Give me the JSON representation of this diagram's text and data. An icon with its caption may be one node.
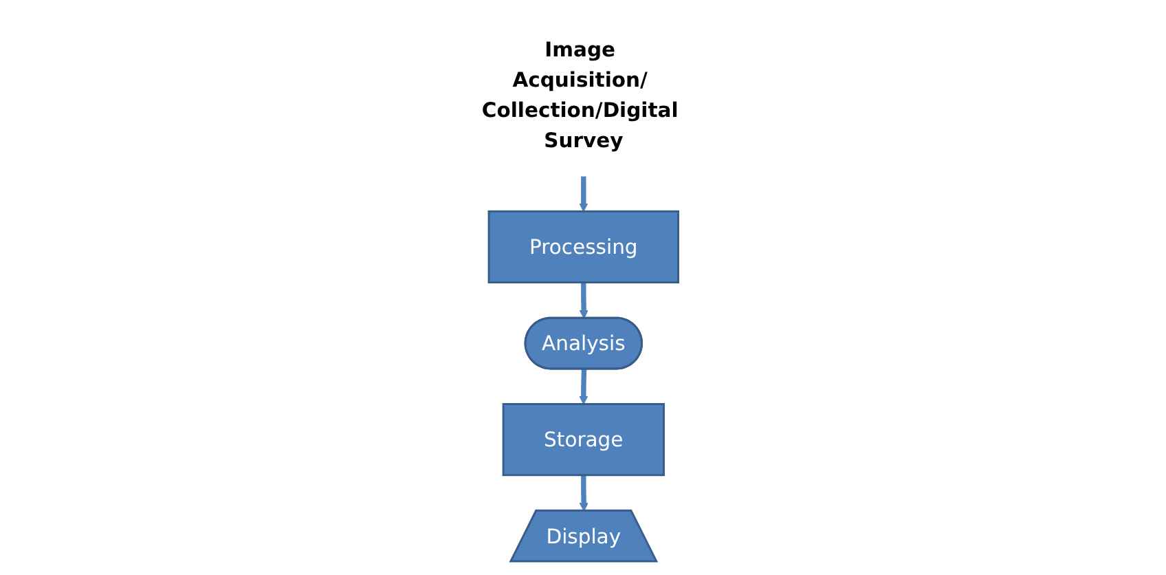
{
  "diagram": {
    "nodes": [
      {
        "text": [
          "Image Acquisition/ Collection/Digital Survey"
        ]
      },
      {
        "text": [
          "Processing"
        ]
      },
      {
        "text": [
          "Analysis"
        ]
      },
      {
        "text": [
          "Storage"
        ]
      },
      {
        "text": [
          "Display"
        ]
      }
    ],
    "edges": [
      {
        "from": 0,
        "to": 1,
        "arrow": "to"
      },
      {
        "from": 1,
        "to": 2,
        "arrow": "to"
      },
      {
        "from": 2,
        "to": 3,
        "arrow": "to"
      },
      {
        "from": 3,
        "to": 4,
        "arrow": "to"
      }
    ]
  }
}
